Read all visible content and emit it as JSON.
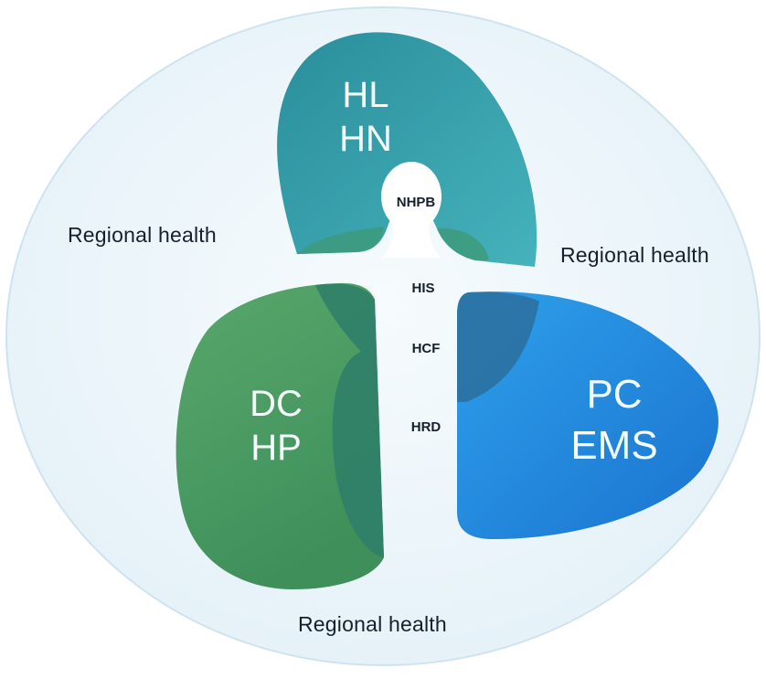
{
  "labels": {
    "top_petal": [
      "HL",
      "HN"
    ],
    "left_petal": [
      "DC",
      "HP"
    ],
    "right_petal": [
      "PC",
      "EMS"
    ],
    "center": {
      "nhpb": "NHPB",
      "his": "HIS",
      "hcf": "HCF",
      "hrd": "HRD"
    },
    "regional": {
      "left": "Regional health",
      "right": "Regional health",
      "bottom": "Regional health"
    }
  },
  "colors": {
    "background_ellipse": "#e9f4fa",
    "ellipse_border": "#c9dfea",
    "top_petal": "#2f9ba3",
    "top_petal_overlap": "#3b9a7d",
    "left_petal": "#4a9c63",
    "left_petal_overlap": "#2d7f6a",
    "right_petal": "#1f8de0",
    "right_petal_overlap": "#2a6fa3",
    "text_dark": "#16202d",
    "text_light": "#f3fbfb"
  }
}
